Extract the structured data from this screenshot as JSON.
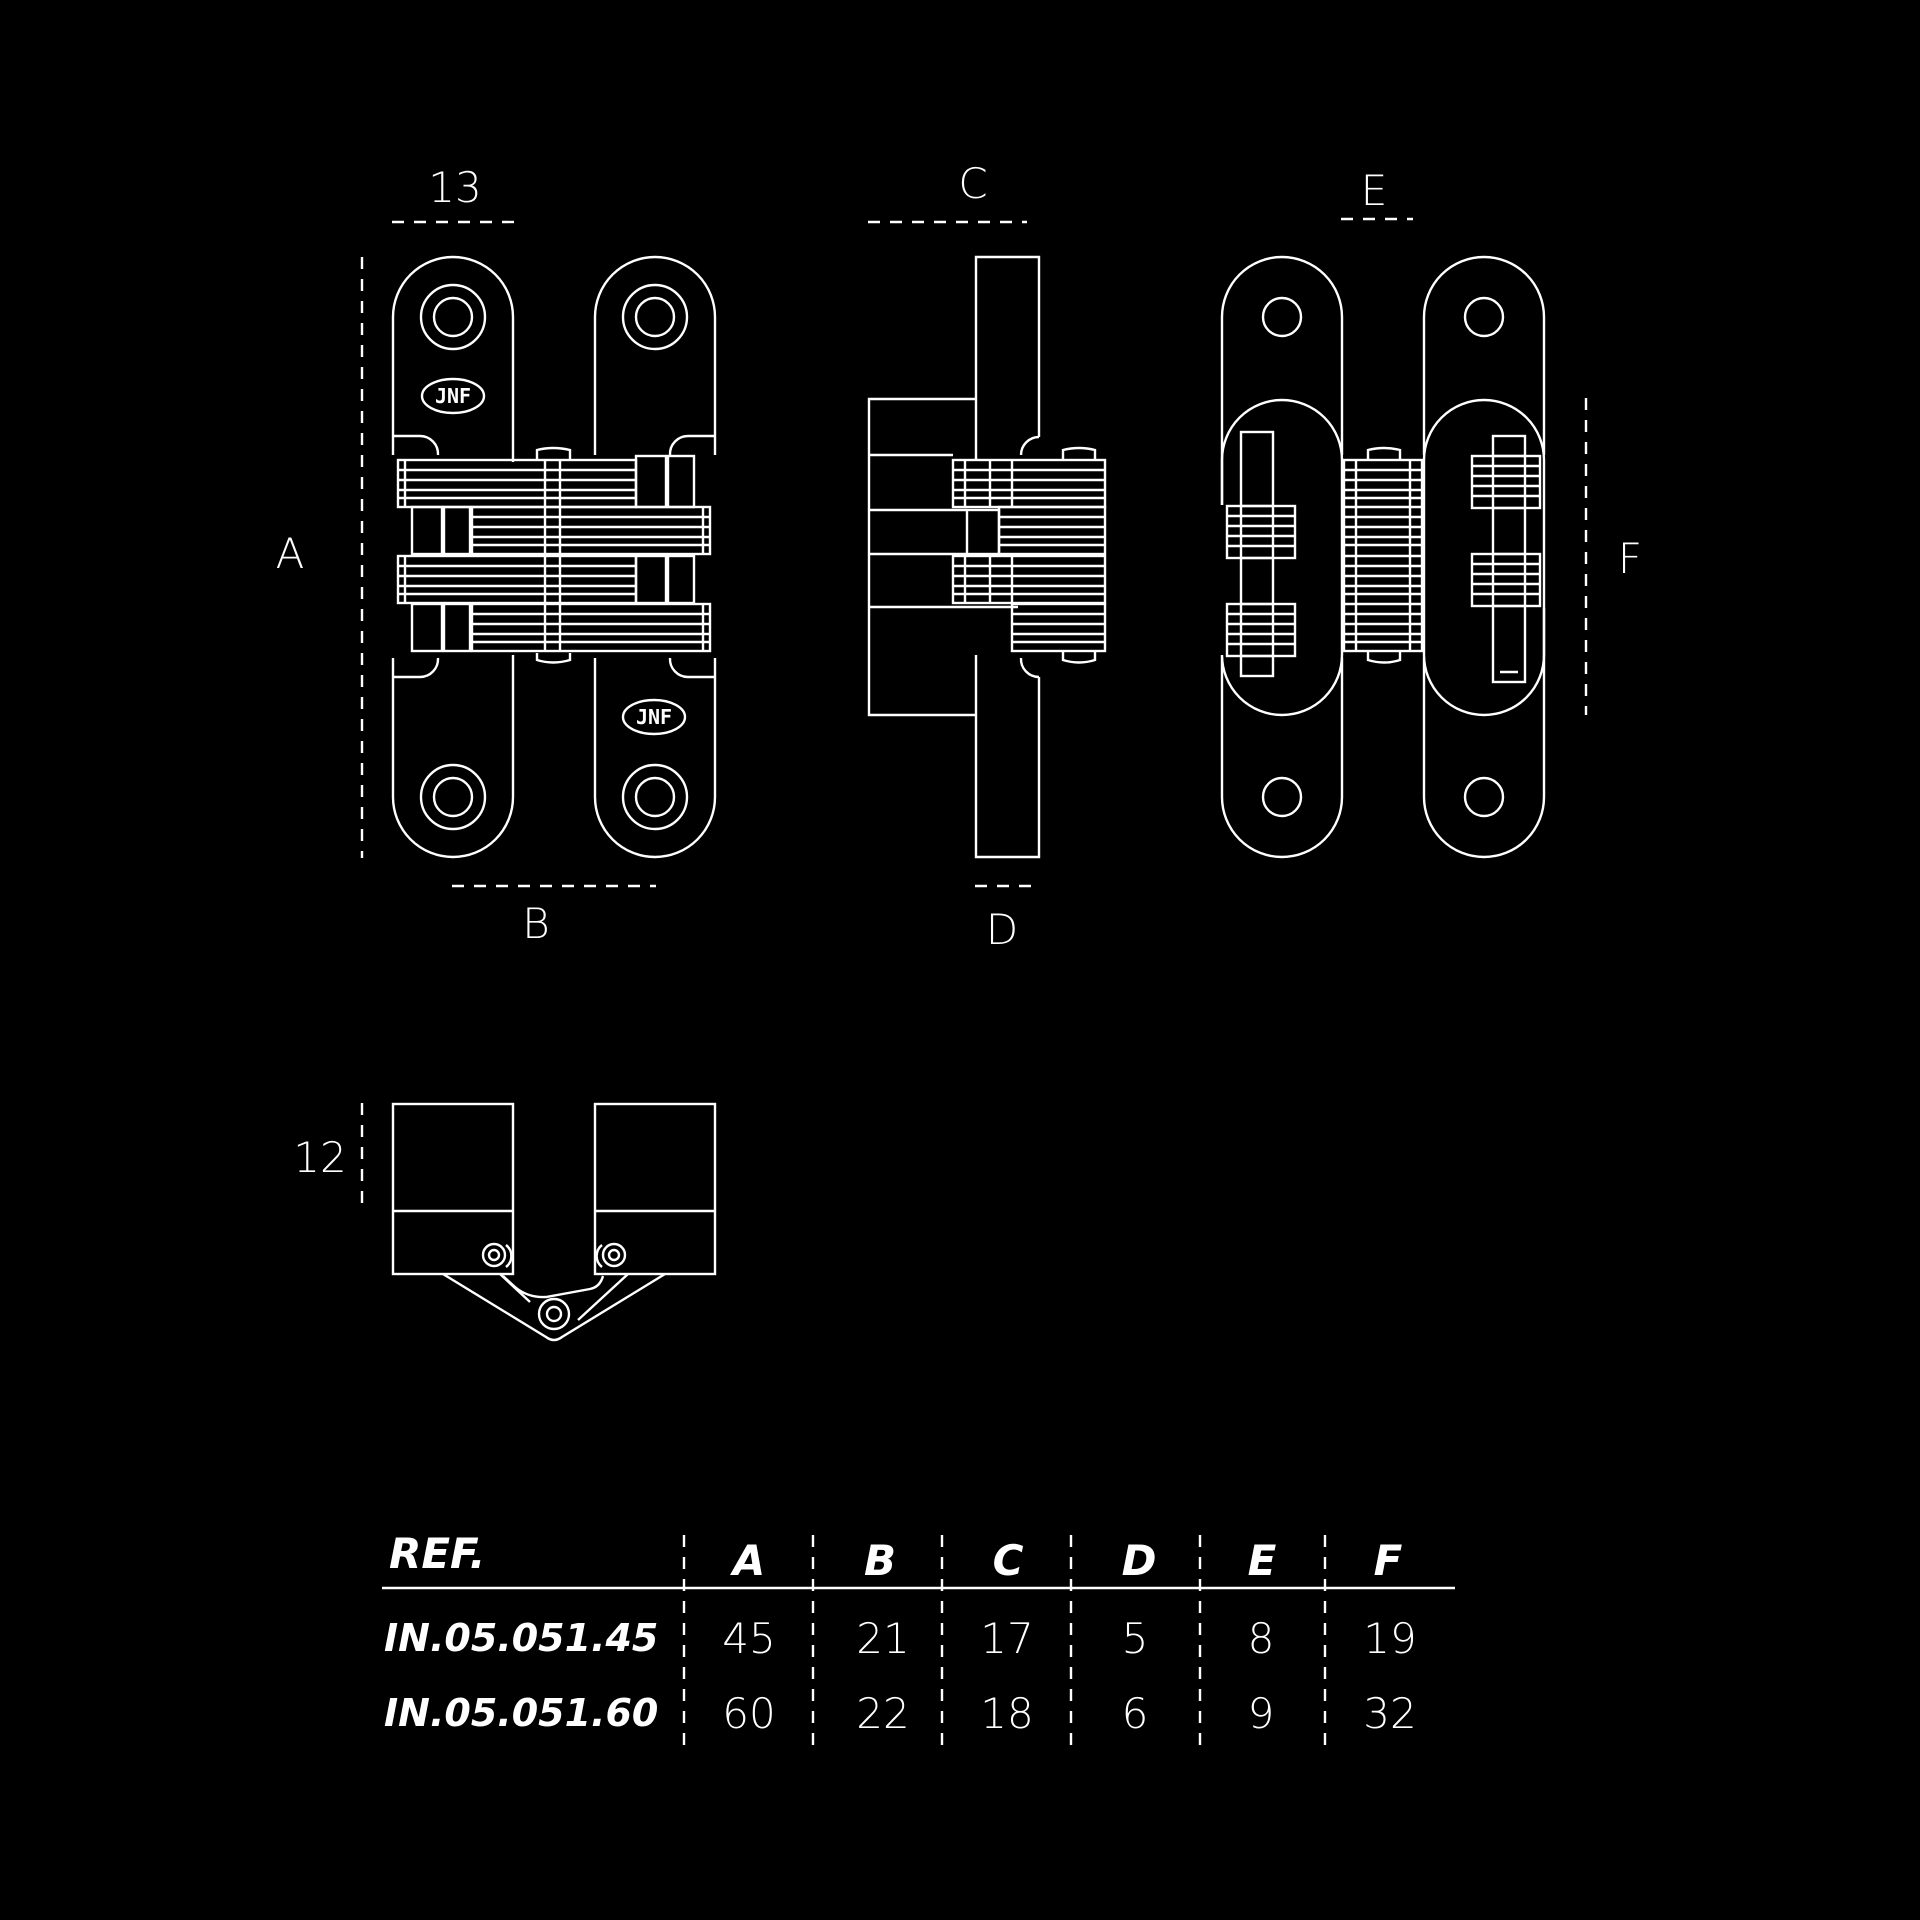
{
  "dimensions": {
    "width_13": "13",
    "label_c": "C",
    "label_e": "E",
    "label_a": "A",
    "label_b": "B",
    "label_d": "D",
    "label_f": "F",
    "height_12": "12"
  },
  "logo_text": "JNF",
  "table": {
    "header_ref": "REF.",
    "columns": [
      "A",
      "B",
      "C",
      "D",
      "E",
      "F"
    ],
    "rows": [
      {
        "ref": "IN.05.051.45",
        "values": [
          "45",
          "21",
          "17",
          "5",
          "8",
          "19"
        ]
      },
      {
        "ref": "IN.05.051.60",
        "values": [
          "60",
          "22",
          "18",
          "6",
          "9",
          "32"
        ]
      }
    ]
  },
  "colors": {
    "background": "#000000",
    "line": "#ffffff"
  }
}
